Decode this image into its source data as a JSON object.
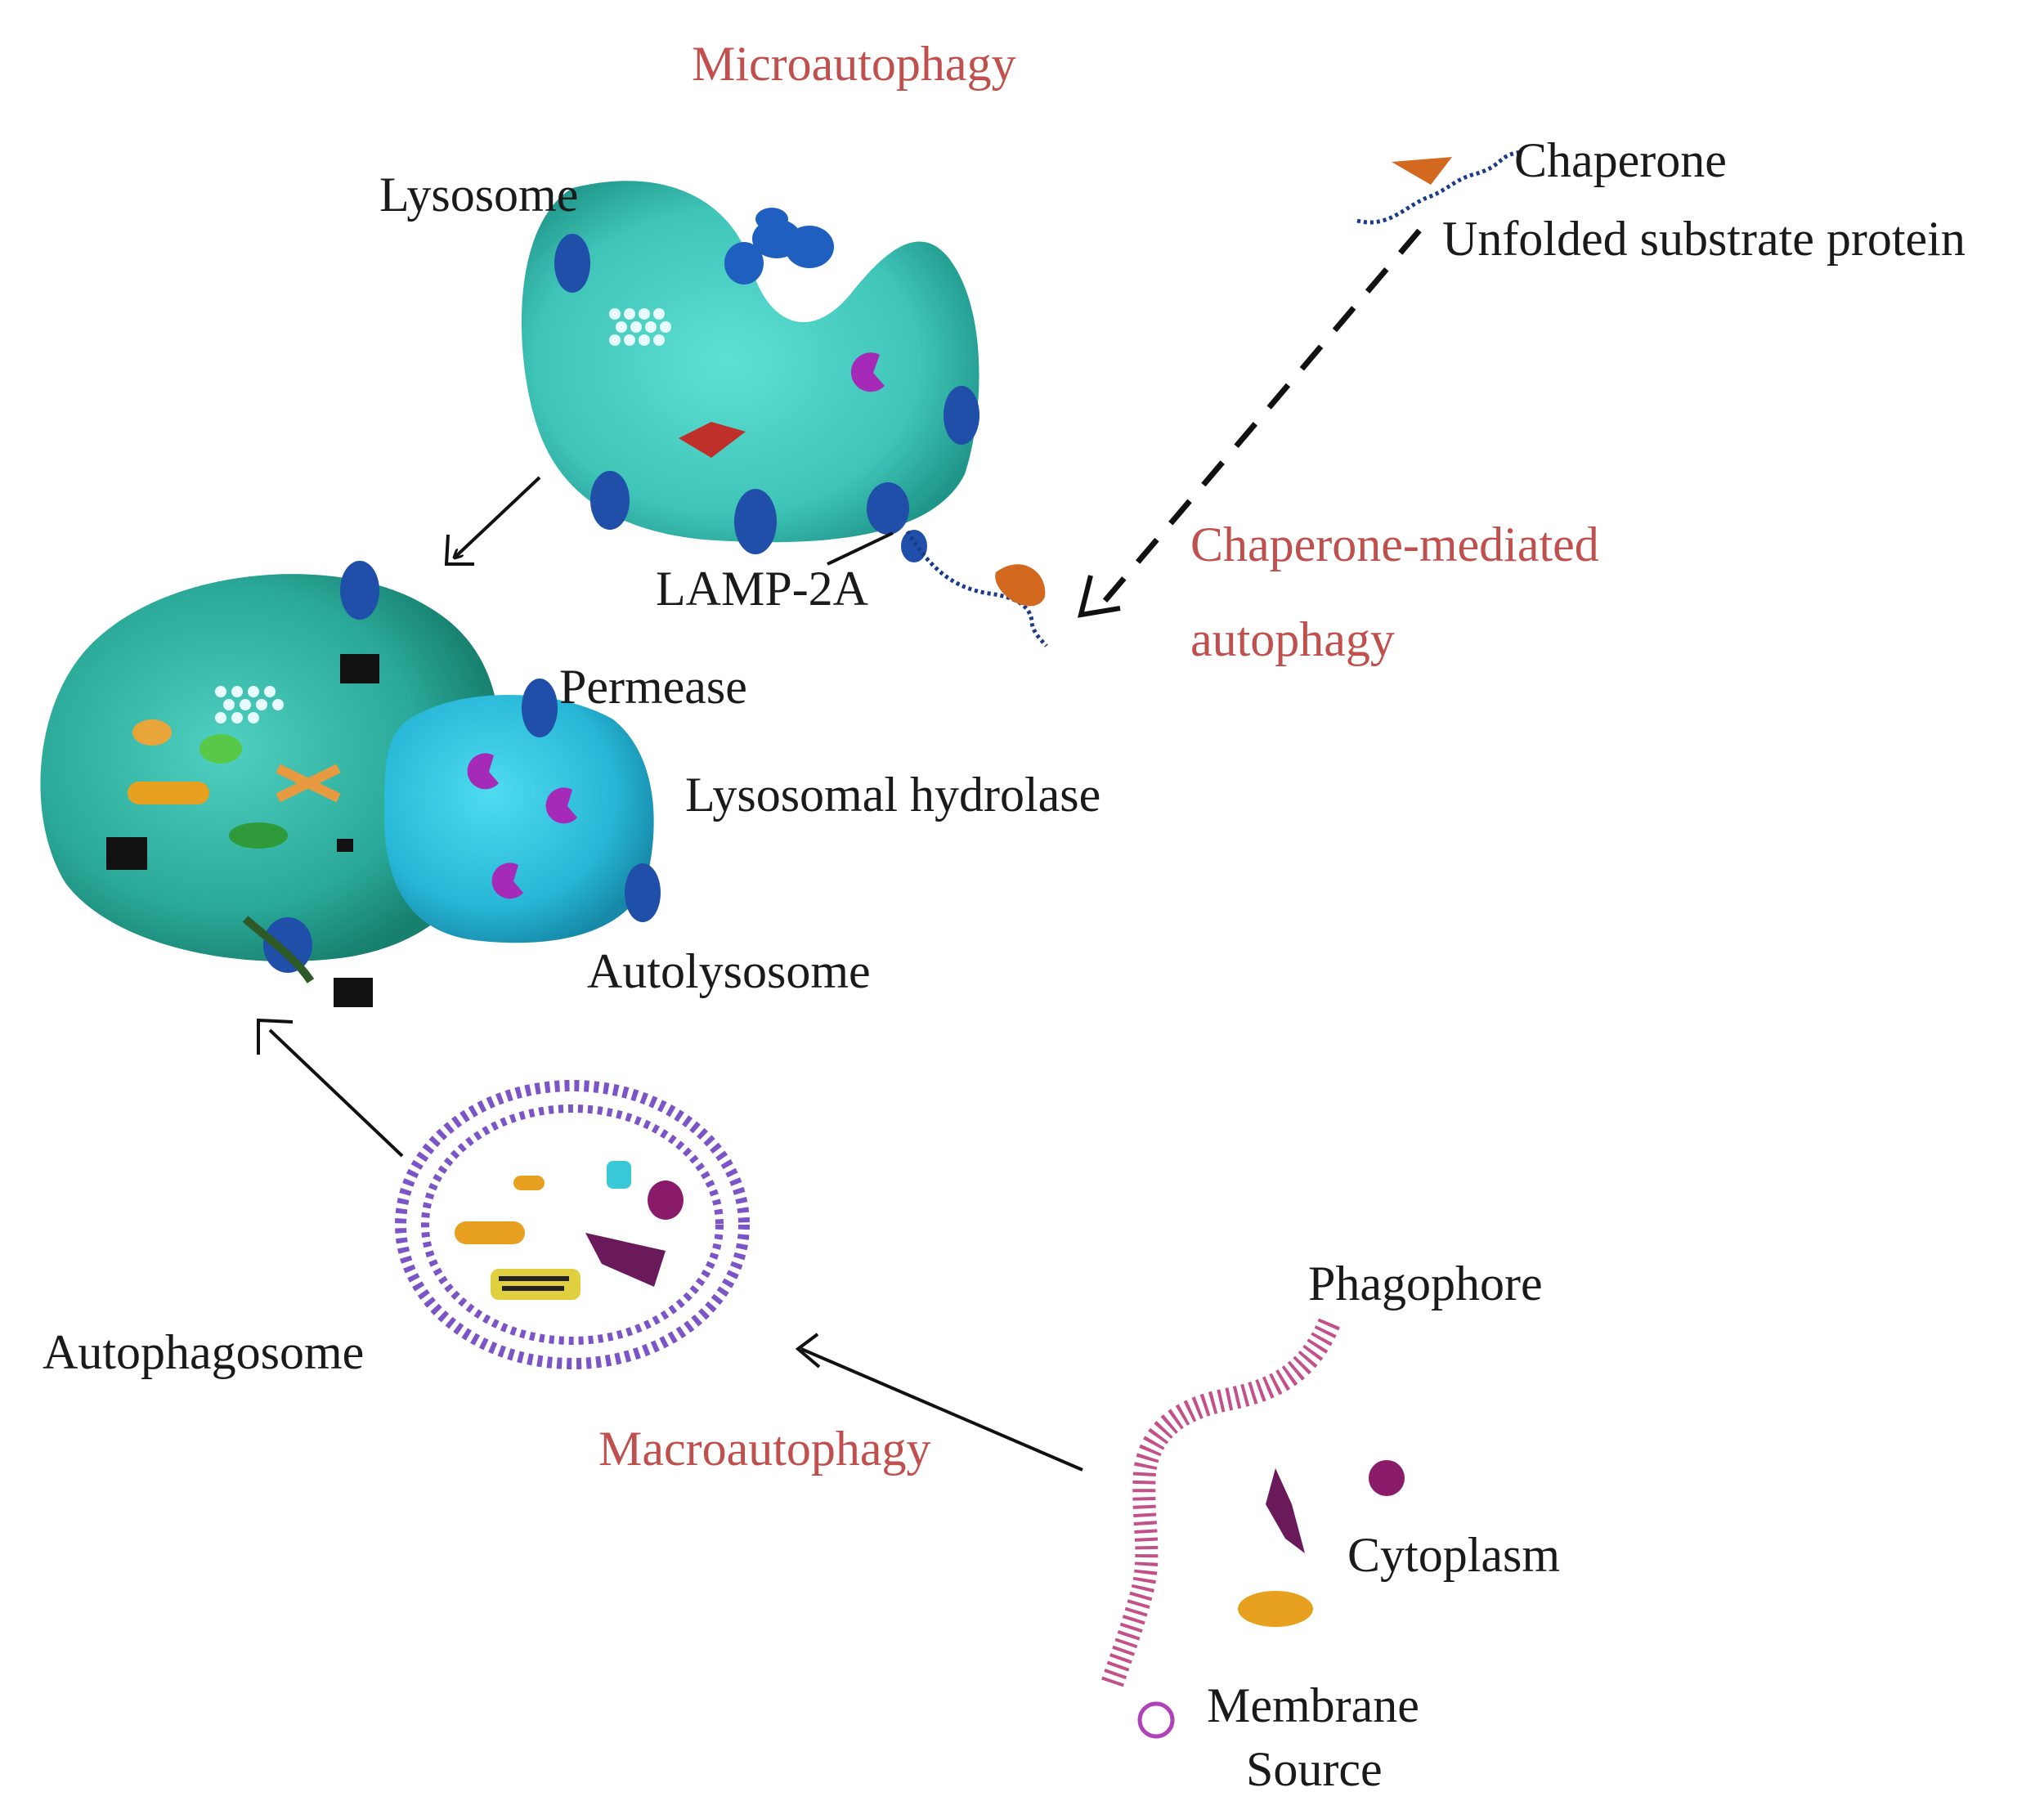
{
  "colors": {
    "process_label": "#c0504d",
    "structure_label": "#1a1a1a",
    "lysosome_fill": "#3fc4b8",
    "autolysosome_fill": "#2aa898",
    "hydrolase_vesicle_fill": "#27b6d6",
    "lamp2a_receptor": "#1f4fa8",
    "hydrolase": "#a52ab8",
    "chaperone": "#d2691e",
    "membrane_lipid": "#7b55c8",
    "phagophore_lipid": "#c4508a",
    "membrane_source_ring": "#b042b8"
  },
  "labels": {
    "microautophagy": "Microautophagy",
    "lysosome": "Lysosome",
    "chaperone": "Chaperone",
    "unfolded_substrate_protein": "Unfolded substrate protein",
    "chaperone_mediated_line1": "Chaperone-mediated",
    "chaperone_mediated_line2": "autophagy",
    "lamp2a": "LAMP-2A",
    "permease": "Permease",
    "lysosomal_hydrolase": "Lysosomal hydrolase",
    "autolysosome": "Autolysosome",
    "autophagosome": "Autophagosome",
    "macroautophagy": "Macroautophagy",
    "phagophore": "Phagophore",
    "cytoplasm": "Cytoplasm",
    "membrane_source_line1": "Membrane",
    "membrane_source_line2": "Source"
  }
}
